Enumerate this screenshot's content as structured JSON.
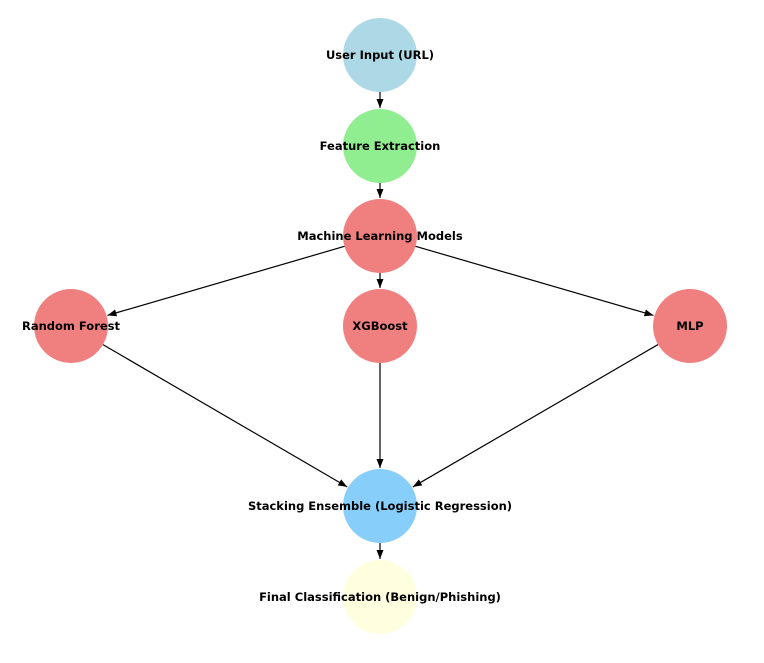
{
  "diagram": {
    "nodes": [
      {
        "id": "user-input",
        "label": "User Input (URL)",
        "color": "#add8e6"
      },
      {
        "id": "feature-extraction",
        "label": "Feature Extraction",
        "color": "#90ee90"
      },
      {
        "id": "ml-models",
        "label": "Machine Learning Models",
        "color": "#f08080"
      },
      {
        "id": "random-forest",
        "label": "Random Forest",
        "color": "#f08080"
      },
      {
        "id": "xgboost",
        "label": "XGBoost",
        "color": "#f08080"
      },
      {
        "id": "mlp",
        "label": "MLP",
        "color": "#f08080"
      },
      {
        "id": "stacking-ensemble",
        "label": "Stacking Ensemble (Logistic Regression)",
        "color": "#87cefa"
      },
      {
        "id": "final-classification",
        "label": "Final Classification (Benign/Phishing)",
        "color": "#ffffe0"
      }
    ],
    "edges": [
      {
        "from": "user-input",
        "to": "feature-extraction"
      },
      {
        "from": "feature-extraction",
        "to": "ml-models"
      },
      {
        "from": "ml-models",
        "to": "random-forest"
      },
      {
        "from": "ml-models",
        "to": "xgboost"
      },
      {
        "from": "ml-models",
        "to": "mlp"
      },
      {
        "from": "random-forest",
        "to": "stacking-ensemble"
      },
      {
        "from": "xgboost",
        "to": "stacking-ensemble"
      },
      {
        "from": "mlp",
        "to": "stacking-ensemble"
      },
      {
        "from": "stacking-ensemble",
        "to": "final-classification"
      }
    ]
  }
}
